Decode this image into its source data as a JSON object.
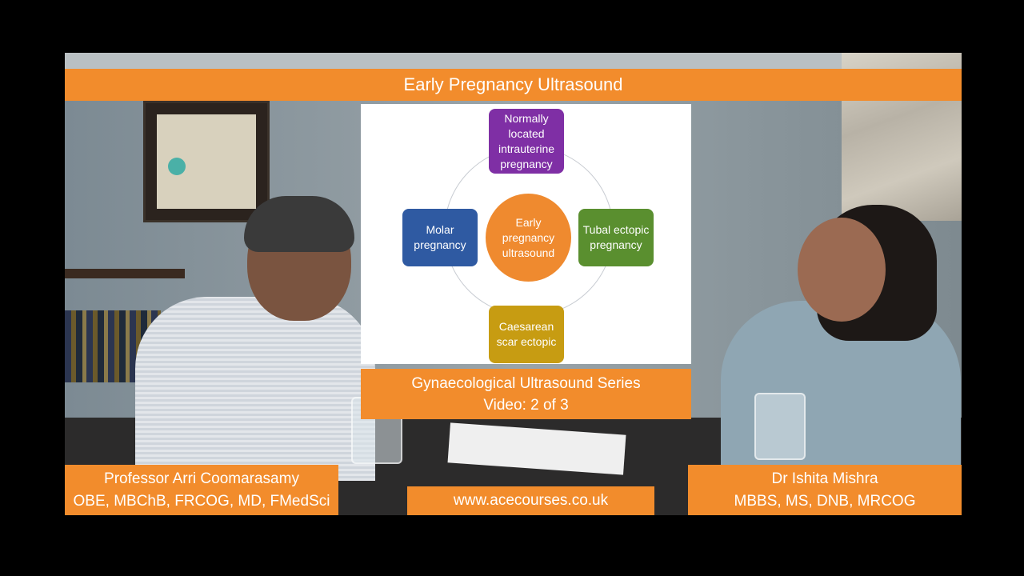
{
  "title": "Early Pregnancy Ultrasound",
  "diagram": {
    "center": [
      "Early",
      "pregnancy",
      "ultrasound"
    ],
    "top": [
      "Normally",
      "located",
      "intrauterine",
      "pregnancy"
    ],
    "left": [
      "Molar",
      "pregnancy"
    ],
    "right": [
      "Tubal ectopic",
      "pregnancy"
    ],
    "bottom": [
      "Caesarean",
      "scar ectopic"
    ],
    "colors": {
      "top": "#7f2fa5",
      "left": "#2f5aa2",
      "right": "#5a8f2f",
      "bottom": "#c79c12",
      "center": "#ef8a2f"
    }
  },
  "series": {
    "line1": "Gynaecological Ultrasound Series",
    "line2": "Video: 2 of 3"
  },
  "presenter_left": {
    "name": "Professor Arri Coomarasamy",
    "credentials": "OBE, MBChB, FRCOG, MD, FMedSci"
  },
  "presenter_right": {
    "name": "Dr Ishita Mishra",
    "credentials": "MBBS, MS, DNB, MRCOG"
  },
  "website": "www.acecourses.co.uk",
  "accent_color": "#f28c2c"
}
